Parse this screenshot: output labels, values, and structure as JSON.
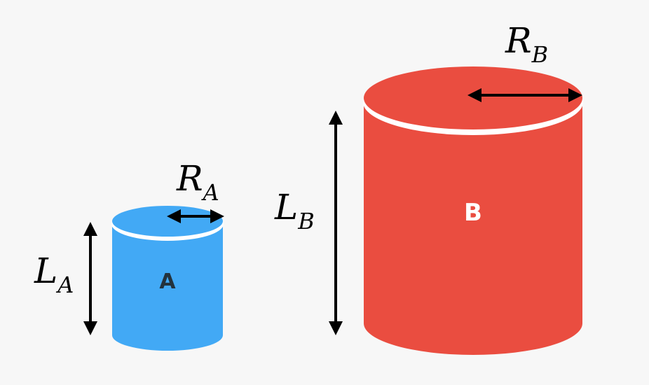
{
  "colors": {
    "background": "#f7f7f7",
    "cylinder_a": "#42a9f5",
    "cylinder_b": "#ea4d40",
    "rim": "#ffffff",
    "arrow": "#000000"
  },
  "cylinder_a": {
    "label": "A",
    "radius_symbol": "R",
    "radius_subscript": "A",
    "length_symbol": "L",
    "length_subscript": "A"
  },
  "cylinder_b": {
    "label": "B",
    "radius_symbol": "R",
    "radius_subscript": "B",
    "length_symbol": "L",
    "length_subscript": "B"
  }
}
